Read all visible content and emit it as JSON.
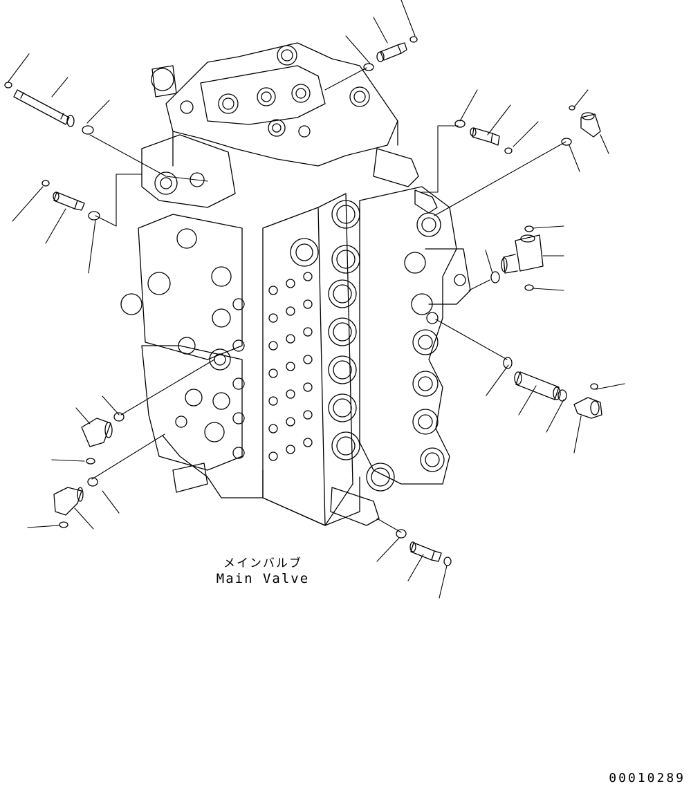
{
  "diagram": {
    "caption_ja": "メインバルブ",
    "caption_en": "Main Valve",
    "drawing_number": "00010289"
  },
  "colors": {
    "line": "#000000",
    "background": "#ffffff"
  }
}
